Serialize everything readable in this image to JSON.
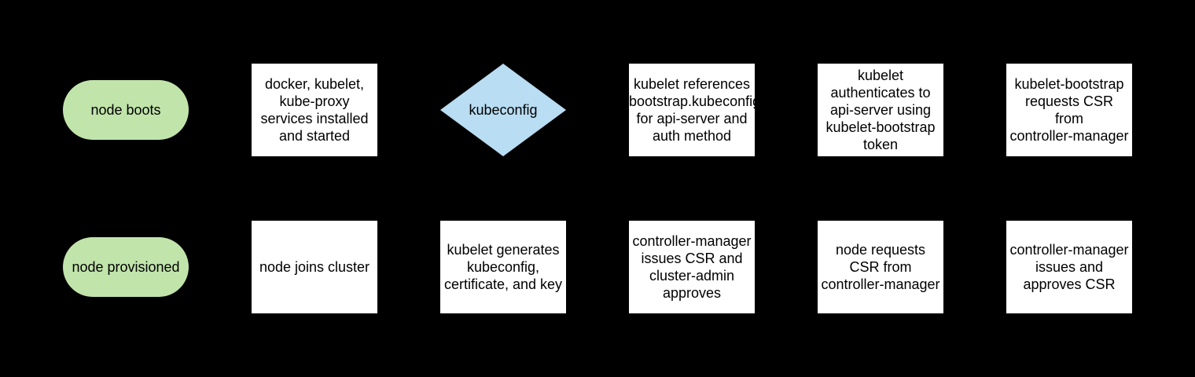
{
  "colors": {
    "background": "#000000",
    "terminator_fill": "#c1e4ab",
    "process_fill": "#ffffff",
    "decision_fill": "#b9ddf2",
    "text": "#000000"
  },
  "nodes": [
    {
      "id": "start-node-boots",
      "shape": "terminator",
      "label": "node boots"
    },
    {
      "id": "process-services-installed",
      "shape": "process",
      "label": "docker, kubelet,\nkube-proxy\nservices installed\nand started"
    },
    {
      "id": "decision-kubeconfig",
      "shape": "decision",
      "label": "kubeconfig"
    },
    {
      "id": "process-kubelet-references-bootstrap-kubeconfig",
      "shape": "process",
      "label": "kubelet references\nbootstrap.kubeconfig\nfor api-server and\nauth method"
    },
    {
      "id": "process-kubelet-authenticates-api-server",
      "shape": "process",
      "label": "kubelet\nauthenticates to\napi-server using\nkubelet-bootstrap\ntoken"
    },
    {
      "id": "process-kubelet-bootstrap-requests-csr",
      "shape": "process",
      "label": "kubelet-bootstrap\nrequests CSR\nfrom\ncontroller-manager"
    },
    {
      "id": "end-node-provisioned",
      "shape": "terminator",
      "label": "node provisioned"
    },
    {
      "id": "process-node-joins-cluster",
      "shape": "process",
      "label": "node joins cluster"
    },
    {
      "id": "process-kubelet-generates-kubeconfig",
      "shape": "process",
      "label": "kubelet generates\nkubeconfig,\ncertificate, and key"
    },
    {
      "id": "process-cm-issues-csr-cluster-admin-approves",
      "shape": "process",
      "label": "controller-manager\nissues CSR and\ncluster-admin\napproves"
    },
    {
      "id": "process-node-requests-csr",
      "shape": "process",
      "label": "node requests\nCSR from\ncontroller-manager"
    },
    {
      "id": "process-cm-issues-and-approves-csr",
      "shape": "process",
      "label": "controller-manager\nissues and\napproves CSR"
    }
  ]
}
